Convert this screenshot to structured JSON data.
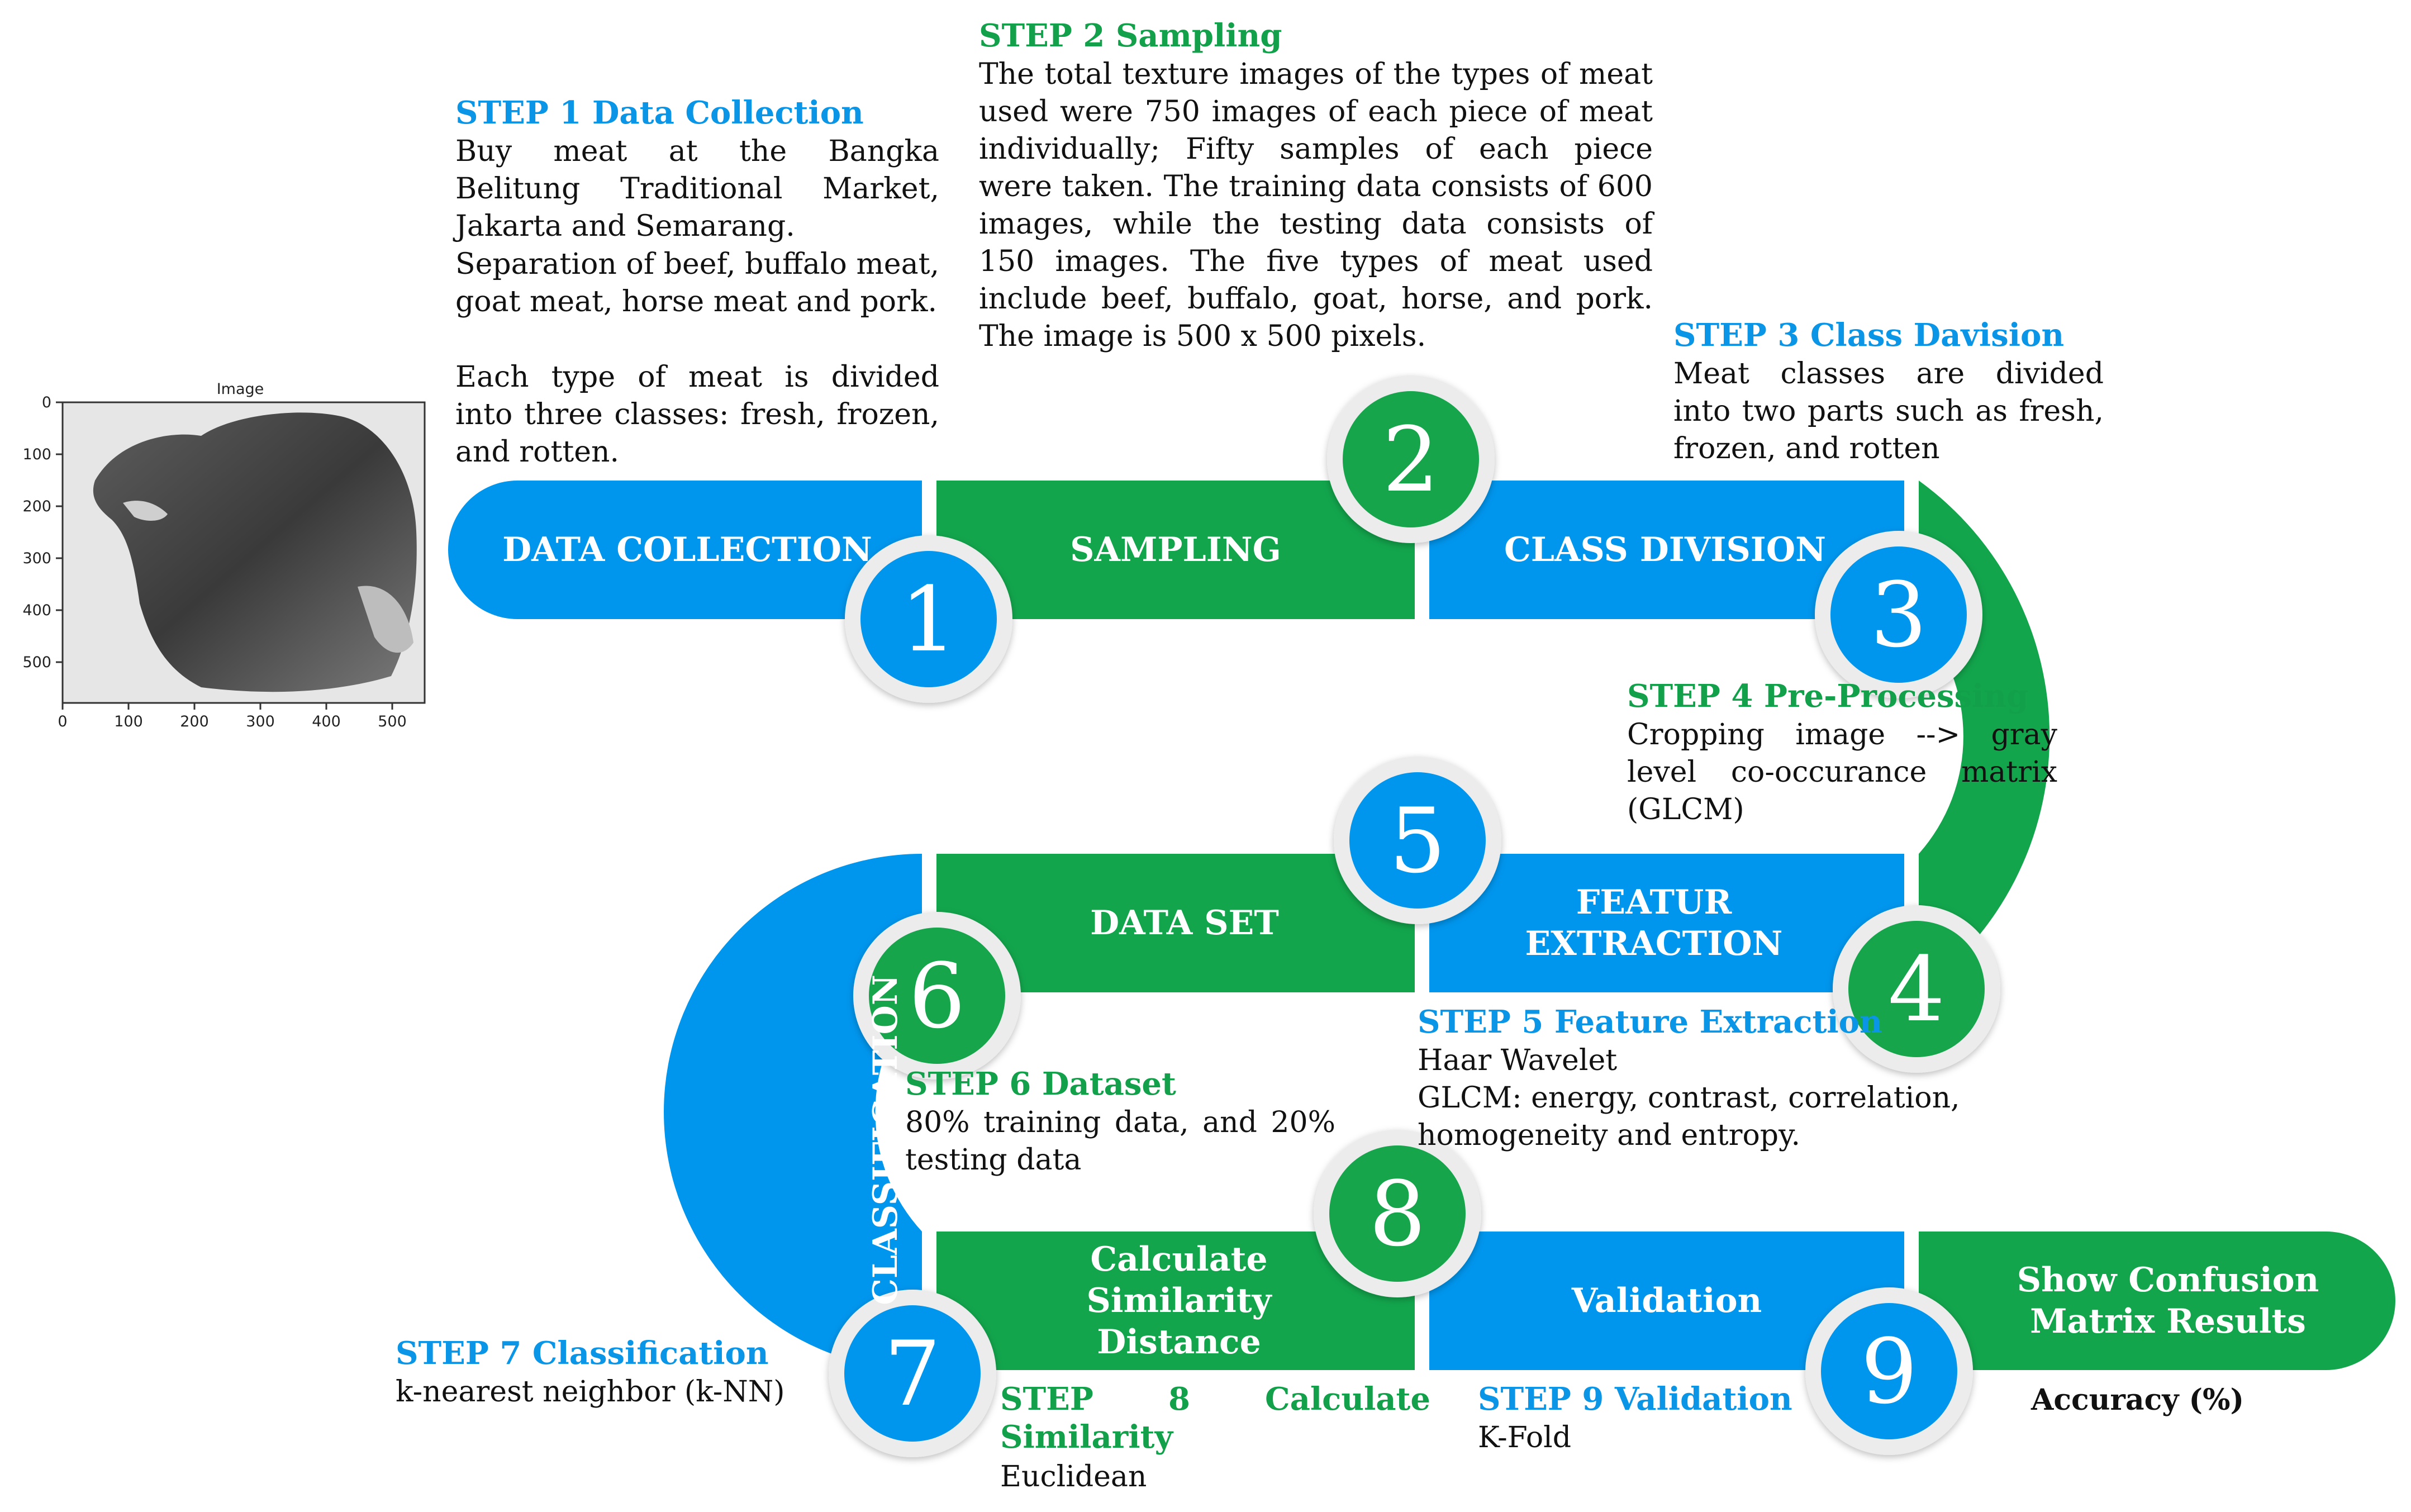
{
  "colors": {
    "blue": "#0096ee",
    "green": "#12a54c",
    "blue_text": "#0a95e6",
    "green_text": "#13a04b",
    "circle_ring": "#ececec"
  },
  "image_plot": {
    "title": "Image",
    "y_ticks": [
      "0",
      "100",
      "200",
      "300",
      "400",
      "500"
    ],
    "x_ticks": [
      "0",
      "100",
      "200",
      "300",
      "400",
      "500"
    ]
  },
  "steps": {
    "s1": {
      "title": "STEP 1 Data Collection",
      "lines": [
        "Buy meat at the Bangka Belitung Traditional Market, Jakarta and Semarang.",
        "Separation of beef, buffalo meat, goat meat, horse meat and pork.",
        "Each type of meat is divided into three classes: fresh, frozen, and rotten."
      ]
    },
    "s2": {
      "title": "STEP 2 Sampling",
      "text": "The total texture images of the types of meat used were 750 images of each piece of meat individually; Fifty samples of each piece were taken. The training data consists of 600 images, while the testing data consists of 150 images. The five types of meat used include beef, buffalo, goat, horse, and pork. The image is 500 x 500 pixels."
    },
    "s3": {
      "title": "STEP 3 Class Davision",
      "text": "Meat classes are divided into two parts such as fresh, frozen, and rotten"
    },
    "s4": {
      "title": "STEP 4 Pre-Processing",
      "text": "Cropping image --> gray level co-occurance matrix (GLCM)"
    },
    "s5": {
      "title": "STEP 5 Feature Extraction",
      "lines": [
        "Haar Wavelet",
        "GLCM: energy, contrast, correlation, homogeneity and entropy."
      ]
    },
    "s6": {
      "title": "STEP 6 Dataset",
      "text": "80% training data, and 20% testing data"
    },
    "s7": {
      "title": "STEP 7 Classification",
      "text": "k-nearest neighbor (k-NN)"
    },
    "s8": {
      "title": "STEP 8 Calculate Similarity",
      "text": "Euclidean"
    },
    "s9": {
      "title": "STEP 9 Validation",
      "text": "K-Fold"
    }
  },
  "bands": {
    "data_collection": "DATA COLLECTION",
    "sampling": "SAMPLING",
    "class_division": "CLASS DIVISION",
    "pre_processing": "PRE-PROCESSING",
    "featur_extraction": "FEATUR EXTRACTION",
    "data_set": "DATA SET",
    "classification": "CLASSIFICATION",
    "calculate_similarity": "Calculate Similarity Distance",
    "validation": "Validation",
    "show_confusion": "Show Confusion Matrix Results"
  },
  "accuracy_label": "Accuracy (%)",
  "numbers": [
    "1",
    "2",
    "3",
    "4",
    "5",
    "6",
    "7",
    "8",
    "9"
  ]
}
